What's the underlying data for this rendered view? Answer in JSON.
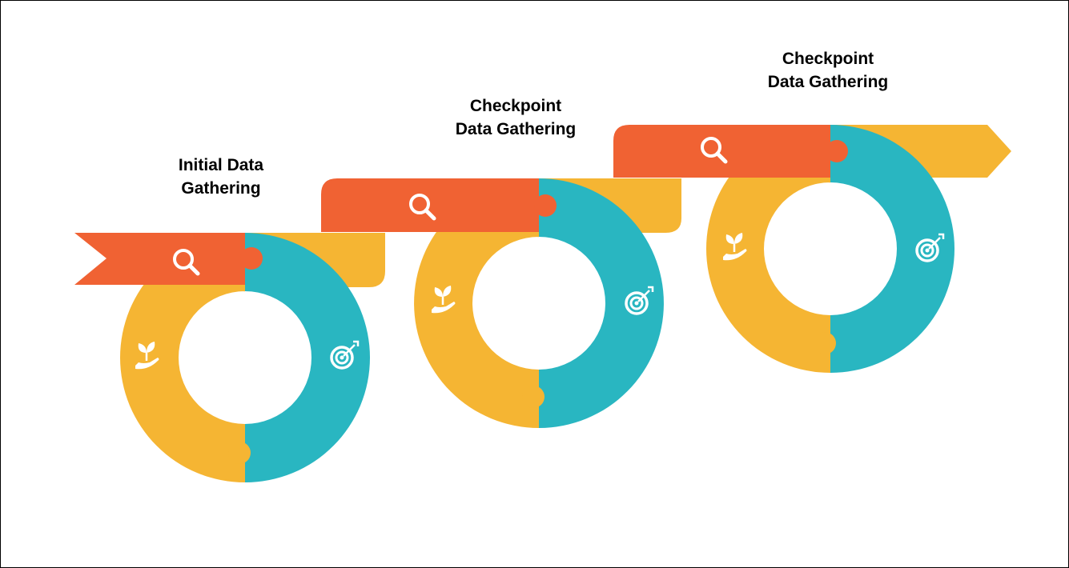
{
  "stages": [
    {
      "title_line1": "Initial Data",
      "title_line2": "Gathering",
      "icons": [
        "search-icon",
        "plant-in-hand-icon",
        "target-icon"
      ]
    },
    {
      "title_line1": "Checkpoint",
      "title_line2": "Data Gathering",
      "icons": [
        "search-icon",
        "plant-in-hand-icon",
        "target-icon"
      ]
    },
    {
      "title_line1": "Checkpoint",
      "title_line2": "Data Gathering",
      "icons": [
        "search-icon",
        "plant-in-hand-icon",
        "target-icon"
      ]
    }
  ],
  "colors": {
    "orange": "#F06233",
    "teal": "#29B6C1",
    "yellow": "#F5B533",
    "background": "#FFFFFF",
    "text": "#000000"
  }
}
